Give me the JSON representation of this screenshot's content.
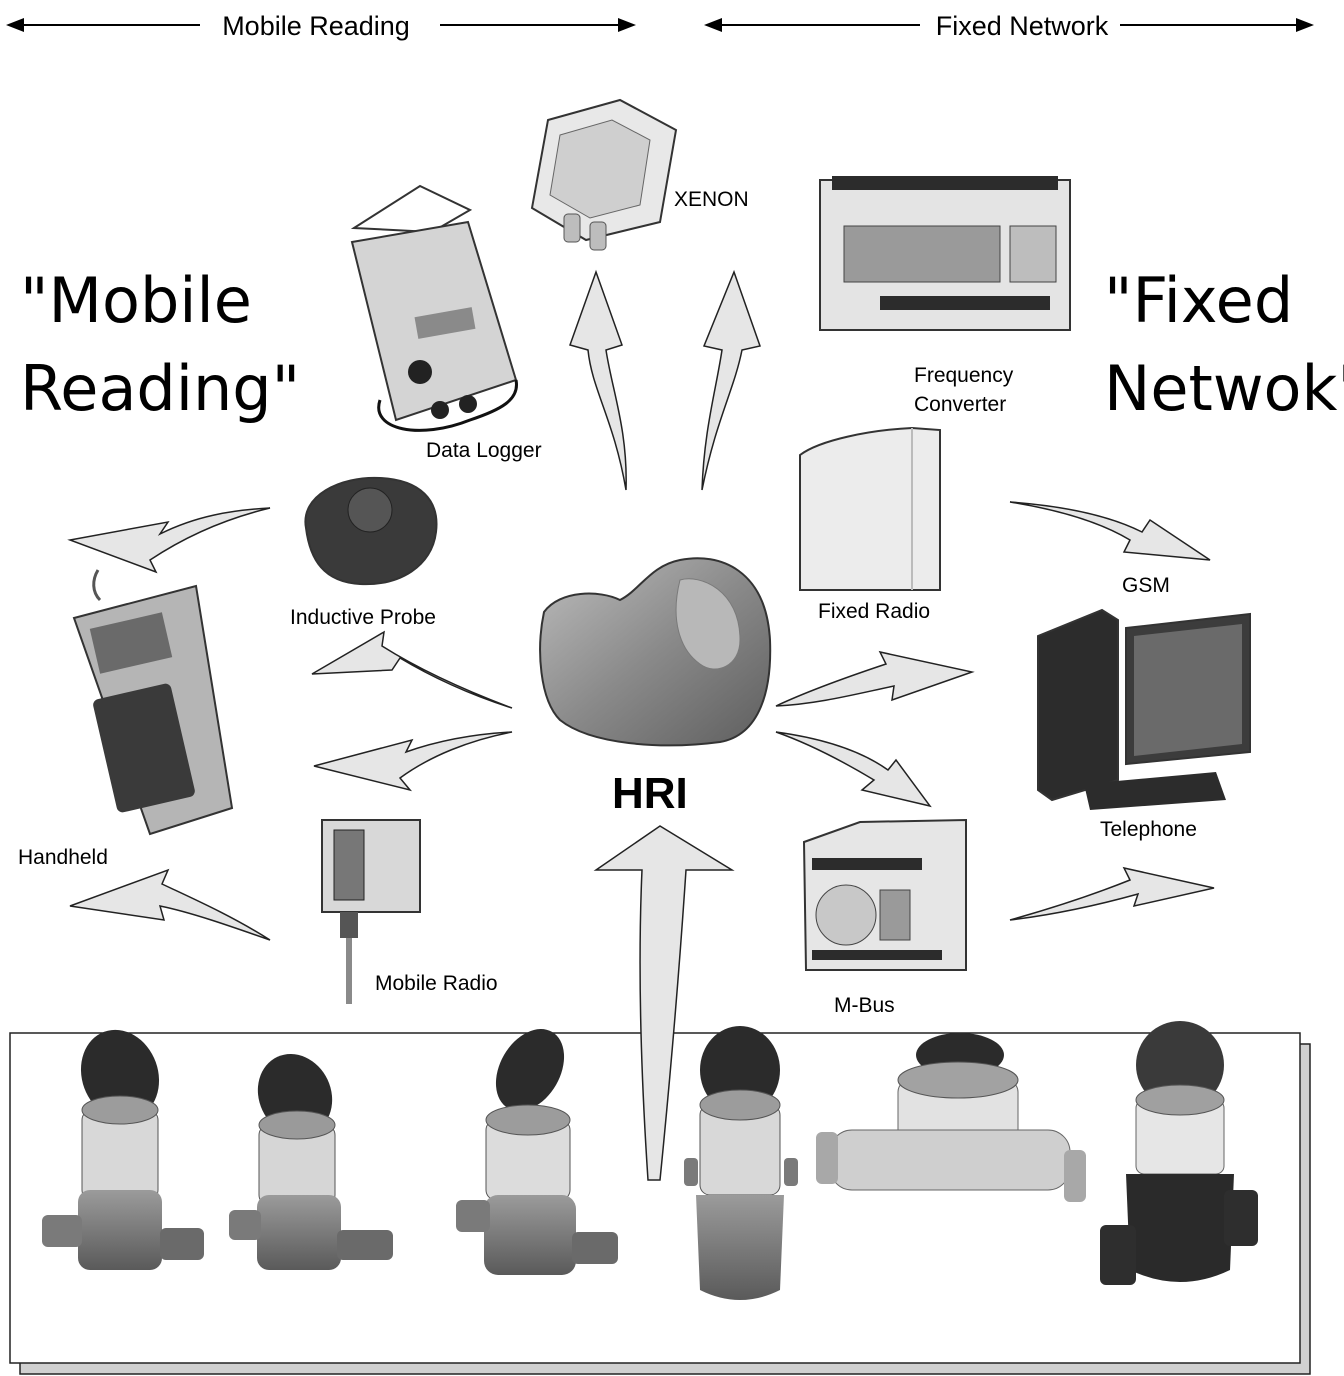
{
  "header": {
    "left_range": "Mobile Reading",
    "right_range": "Fixed Network"
  },
  "big_titles": {
    "mobile_line1": "\"Mobile",
    "mobile_line2": "Reading\"",
    "fixed_line1": "\"Fixed",
    "fixed_line2": "Netwok\""
  },
  "center": {
    "label": "HRI"
  },
  "devices": {
    "xenon": "XENON",
    "data_logger": "Data Logger",
    "frequency_converter_line1": "Frequency",
    "frequency_converter_line2": "Converter",
    "inductive_probe": "Inductive Probe",
    "fixed_radio": "Fixed Radio",
    "gsm": "GSM",
    "handheld": "Handheld",
    "telephone": "Telephone",
    "mobile_radio": "Mobile Radio",
    "m_bus": "M-Bus"
  },
  "meters": [
    "water-meter-1",
    "water-meter-2",
    "water-meter-3",
    "water-meter-4",
    "water-meter-5",
    "water-meter-6"
  ]
}
